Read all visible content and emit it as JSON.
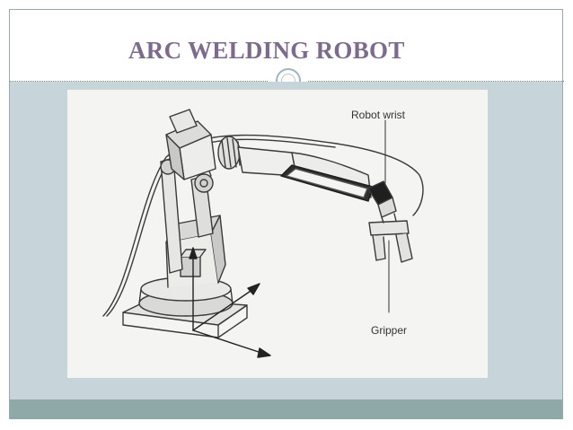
{
  "slide": {
    "title": "ARC WELDING ROBOT"
  },
  "figure": {
    "labels": {
      "wrist": "Robot wrist",
      "gripper": "Gripper"
    }
  },
  "colors": {
    "title": "#7c6b8a",
    "content_bg": "#c7d4d9",
    "footer_band": "#8fa8a8",
    "ornament": "#9fb4bf"
  }
}
